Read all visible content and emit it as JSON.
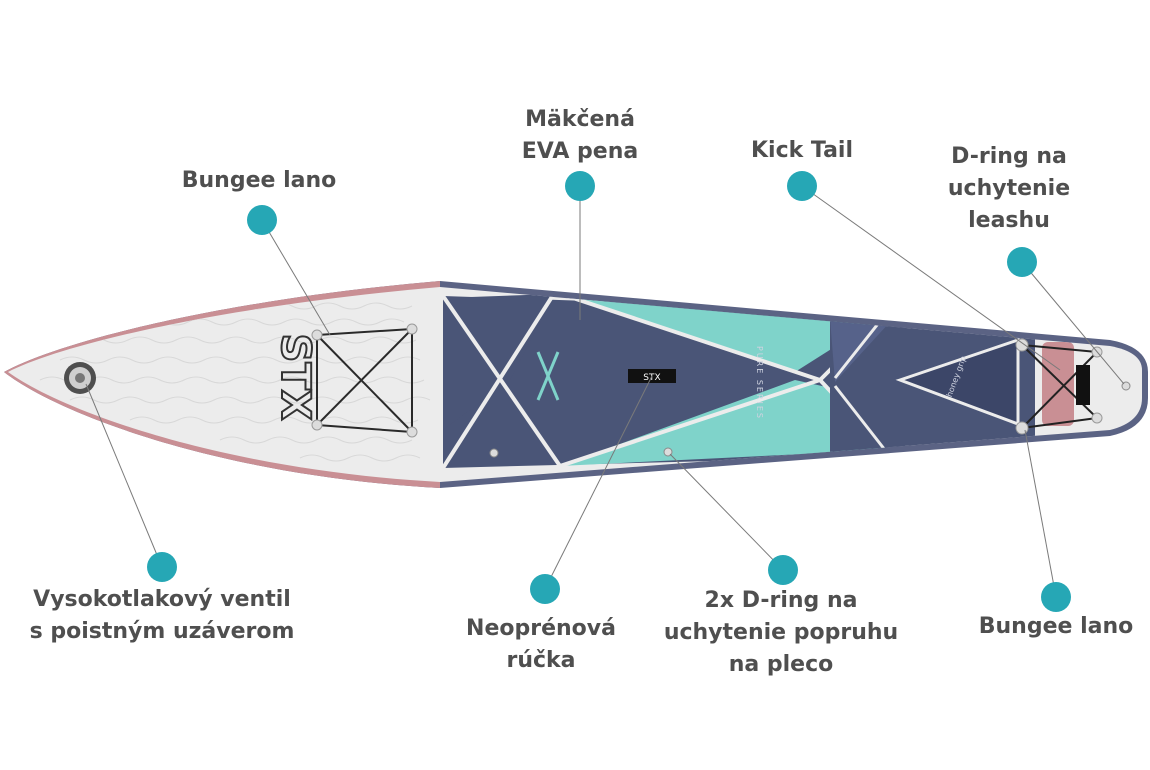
{
  "colors": {
    "callout_dot": "#26a7b5",
    "label_text": "#4f4f4f",
    "leader_line": "#7a7a7a",
    "board_white": "#ececec",
    "rail_pink": "#c98f94",
    "rail_navy": "#5b6384",
    "deck_navy": "#4a5577",
    "deck_teal": "#7fd3ca"
  },
  "board": {
    "brand_logo": "STX",
    "series_text": "PURE SERIES",
    "grip_text": "honey grip"
  },
  "callouts": [
    {
      "id": "bungee-nose",
      "lines": [
        "Bungee lano"
      ]
    },
    {
      "id": "eva-pad",
      "lines": [
        "Mäkčená",
        "EVA pena"
      ]
    },
    {
      "id": "kick-tail",
      "lines": [
        "Kick Tail"
      ]
    },
    {
      "id": "leash-dring",
      "lines": [
        "D-ring na",
        "uchytenie",
        "leashu"
      ]
    },
    {
      "id": "valve",
      "lines": [
        "Vysokotlakový ventil",
        "s poistným uzáverom"
      ]
    },
    {
      "id": "handle",
      "lines": [
        "Neoprénová",
        "rúčka"
      ]
    },
    {
      "id": "shoulder-dring",
      "lines": [
        "2x D-ring na",
        "uchytenie popruhu",
        "na pleco"
      ]
    },
    {
      "id": "bungee-tail",
      "lines": [
        "Bungee lano"
      ]
    }
  ]
}
